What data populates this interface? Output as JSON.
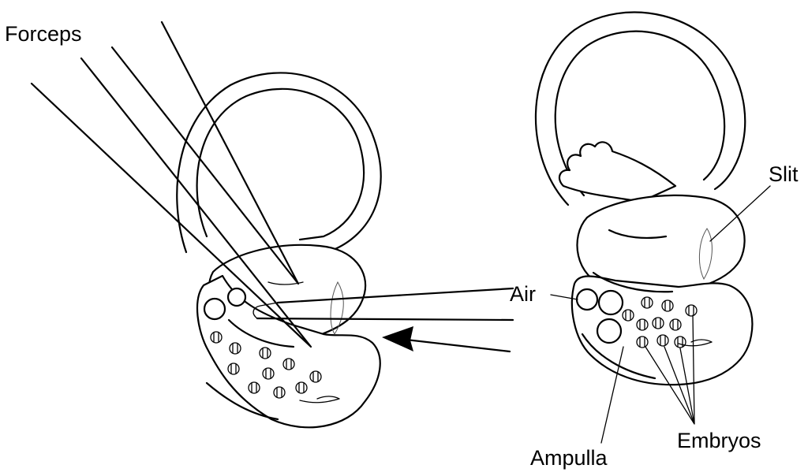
{
  "labels": {
    "forceps": "Forceps",
    "slit": "Slit",
    "air": "Air",
    "ampulla": "Ampulla",
    "embryos": "Embryos"
  },
  "colors": {
    "ink": "#000000",
    "background": "#ffffff"
  }
}
